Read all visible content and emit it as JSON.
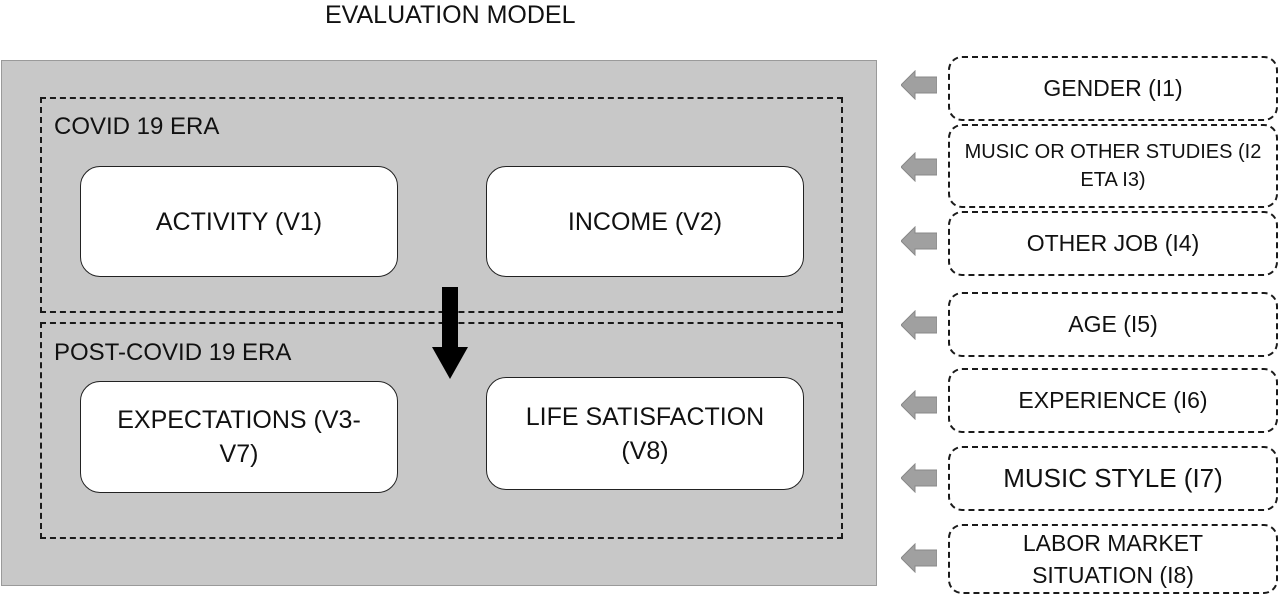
{
  "title": "EVALUATION MODEL",
  "eras": [
    {
      "label": "COVID 19 ERA",
      "variables": [
        {
          "label": "ACTIVITY (V1)"
        },
        {
          "label": "INCOME (V2)"
        }
      ]
    },
    {
      "label": "POST-COVID 19 ERA",
      "variables": [
        {
          "label": "EXPECTATIONS (V3- V7)"
        },
        {
          "label": "LIFE SATISFACTION (V8)"
        }
      ]
    }
  ],
  "flow_arrow": "down-arrow",
  "independent_variables": [
    {
      "label": "GENDER (I1)"
    },
    {
      "label": "MUSIC OR OTHER STUDIES (I2 ETA I3)"
    },
    {
      "label": "OTHER JOB (I4)"
    },
    {
      "label": "AGE (I5)"
    },
    {
      "label": "EXPERIENCE (I6)"
    },
    {
      "label": "MUSIC STYLE (I7)"
    },
    {
      "label": "LABOR MARKET SITUATION (I8)"
    }
  ],
  "colors": {
    "panel_bg": "#c8c8c8",
    "box_bg": "#ffffff",
    "arrow_gray": "#a0a0a0",
    "arrow_black": "#000000"
  }
}
